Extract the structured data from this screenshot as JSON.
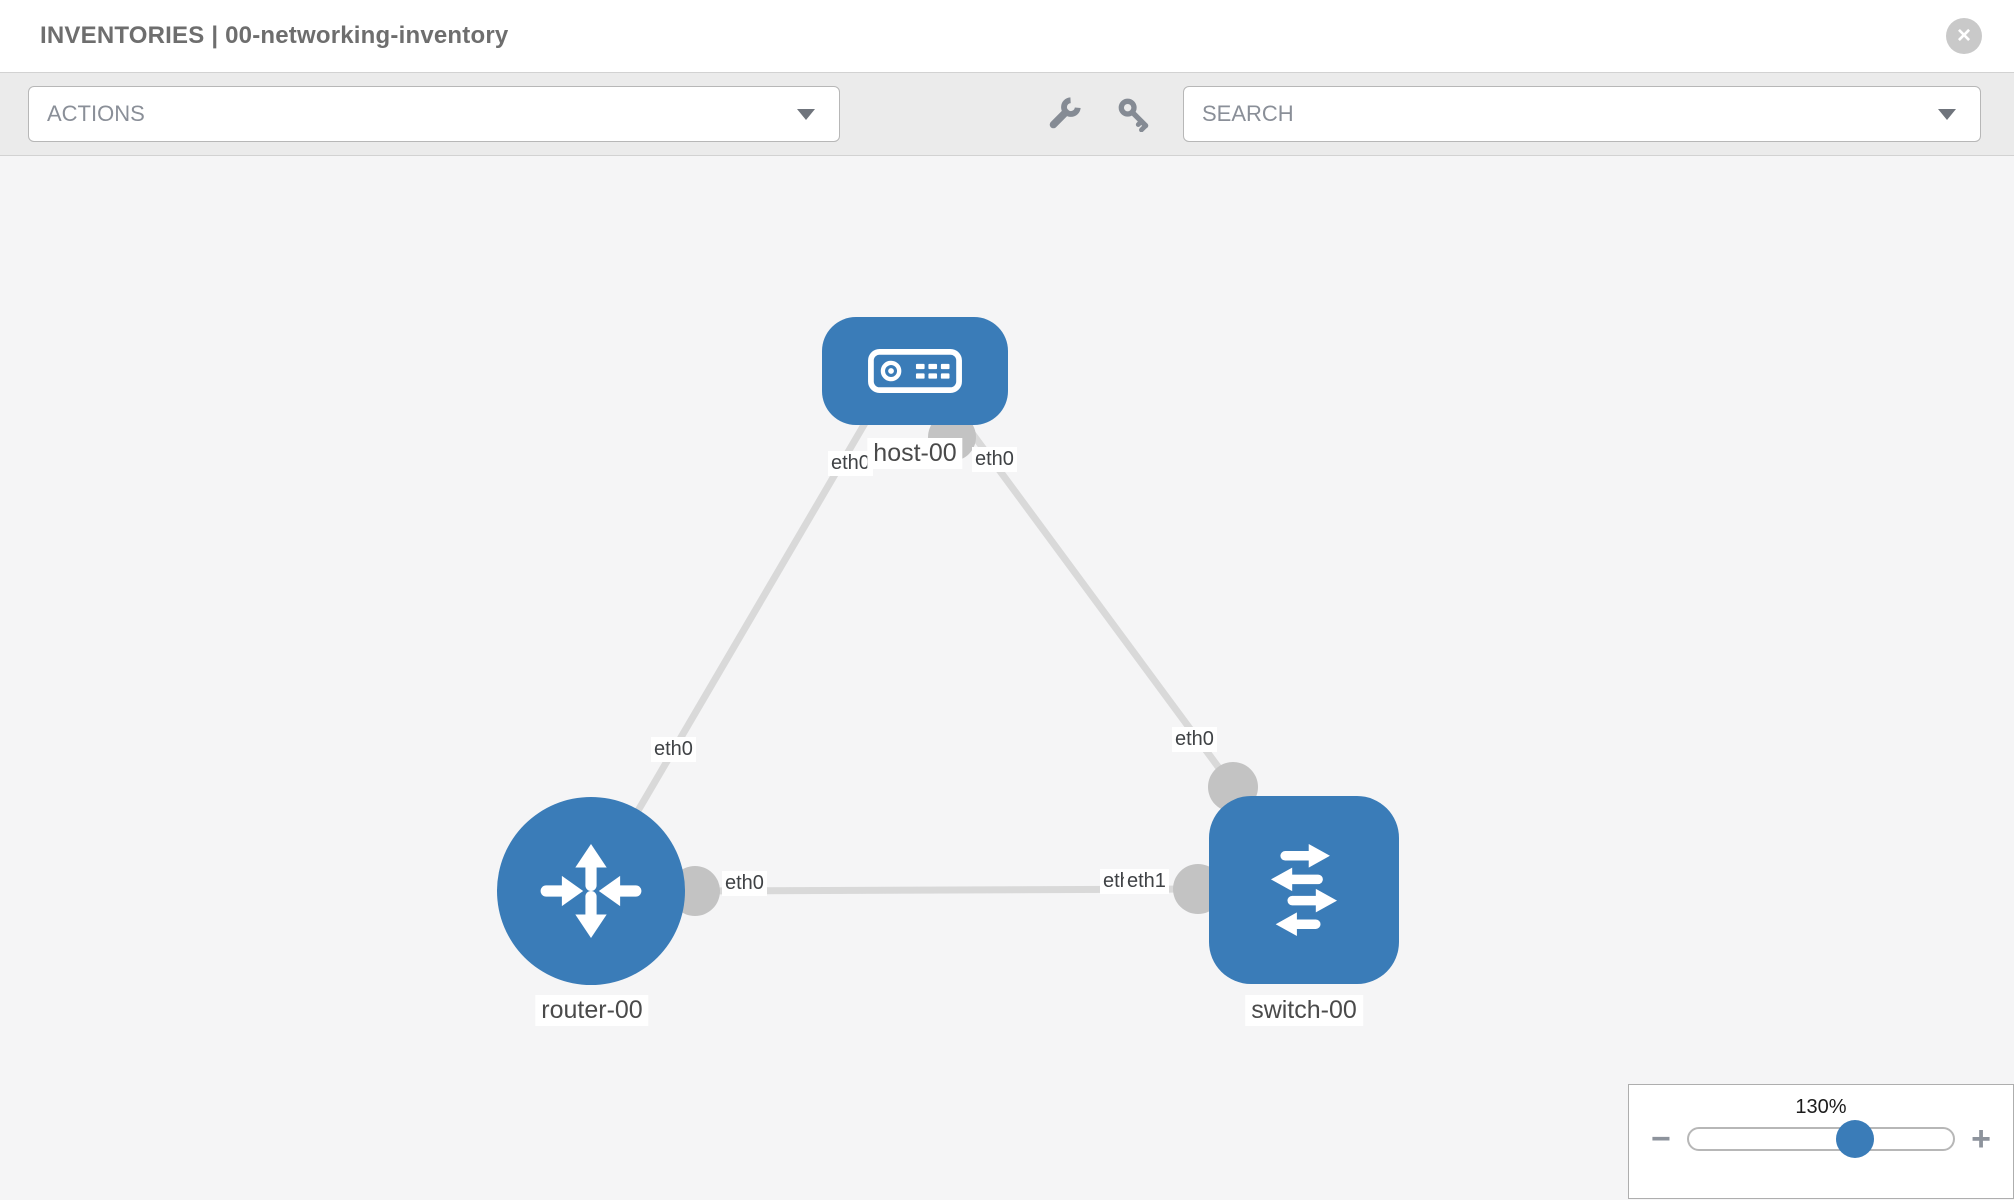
{
  "header": {
    "title": "INVENTORIES | 00-networking-inventory",
    "close_glyph": "×"
  },
  "toolbar": {
    "actions_label": "ACTIONS",
    "search_placeholder": "SEARCH"
  },
  "topology": {
    "nodes": [
      {
        "id": "host-00",
        "type": "host",
        "label": "host-00"
      },
      {
        "id": "router-00",
        "type": "router",
        "label": "router-00"
      },
      {
        "id": "switch-00",
        "type": "switch",
        "label": "switch-00"
      }
    ],
    "links": [
      {
        "from": "host-00",
        "to": "router-00",
        "from_interface": "eth0",
        "to_interface": "eth0"
      },
      {
        "from": "host-00",
        "to": "switch-00",
        "from_interface": "eth0",
        "to_interface": "eth0"
      },
      {
        "from": "router-00",
        "to": "switch-00",
        "from_interface": "eth0",
        "to_interface": "eth1"
      }
    ],
    "partially_hidden_interface_label": "eth0"
  },
  "zoom_control": {
    "level": "130%",
    "minus_glyph": "−",
    "plus_glyph": "+"
  },
  "colors": {
    "node_blue": "#3a7cb8",
    "link_gray": "#d9d9d9",
    "connector_gray": "#c3c3c3",
    "toolbar_bg": "#ebebeb",
    "canvas_bg": "#f5f5f6"
  }
}
